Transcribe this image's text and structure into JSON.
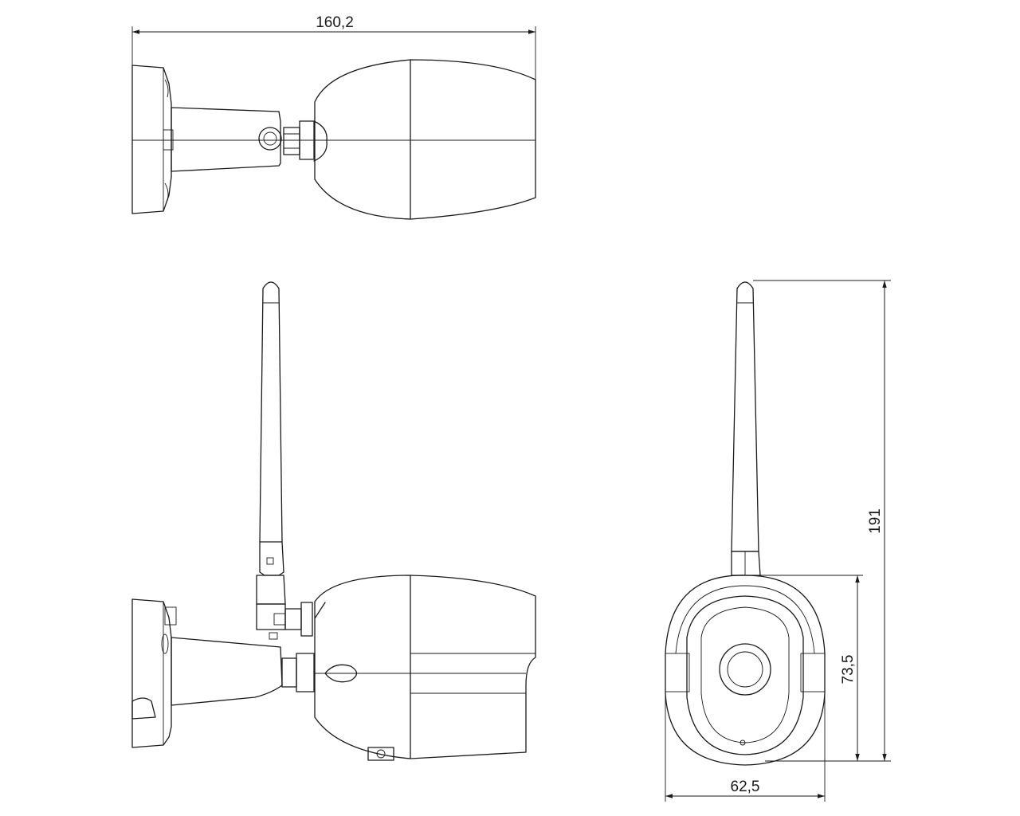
{
  "dimensions": {
    "overall_length": "160,2",
    "overall_height": "191",
    "body_height": "73,5",
    "body_width": "62,5"
  }
}
